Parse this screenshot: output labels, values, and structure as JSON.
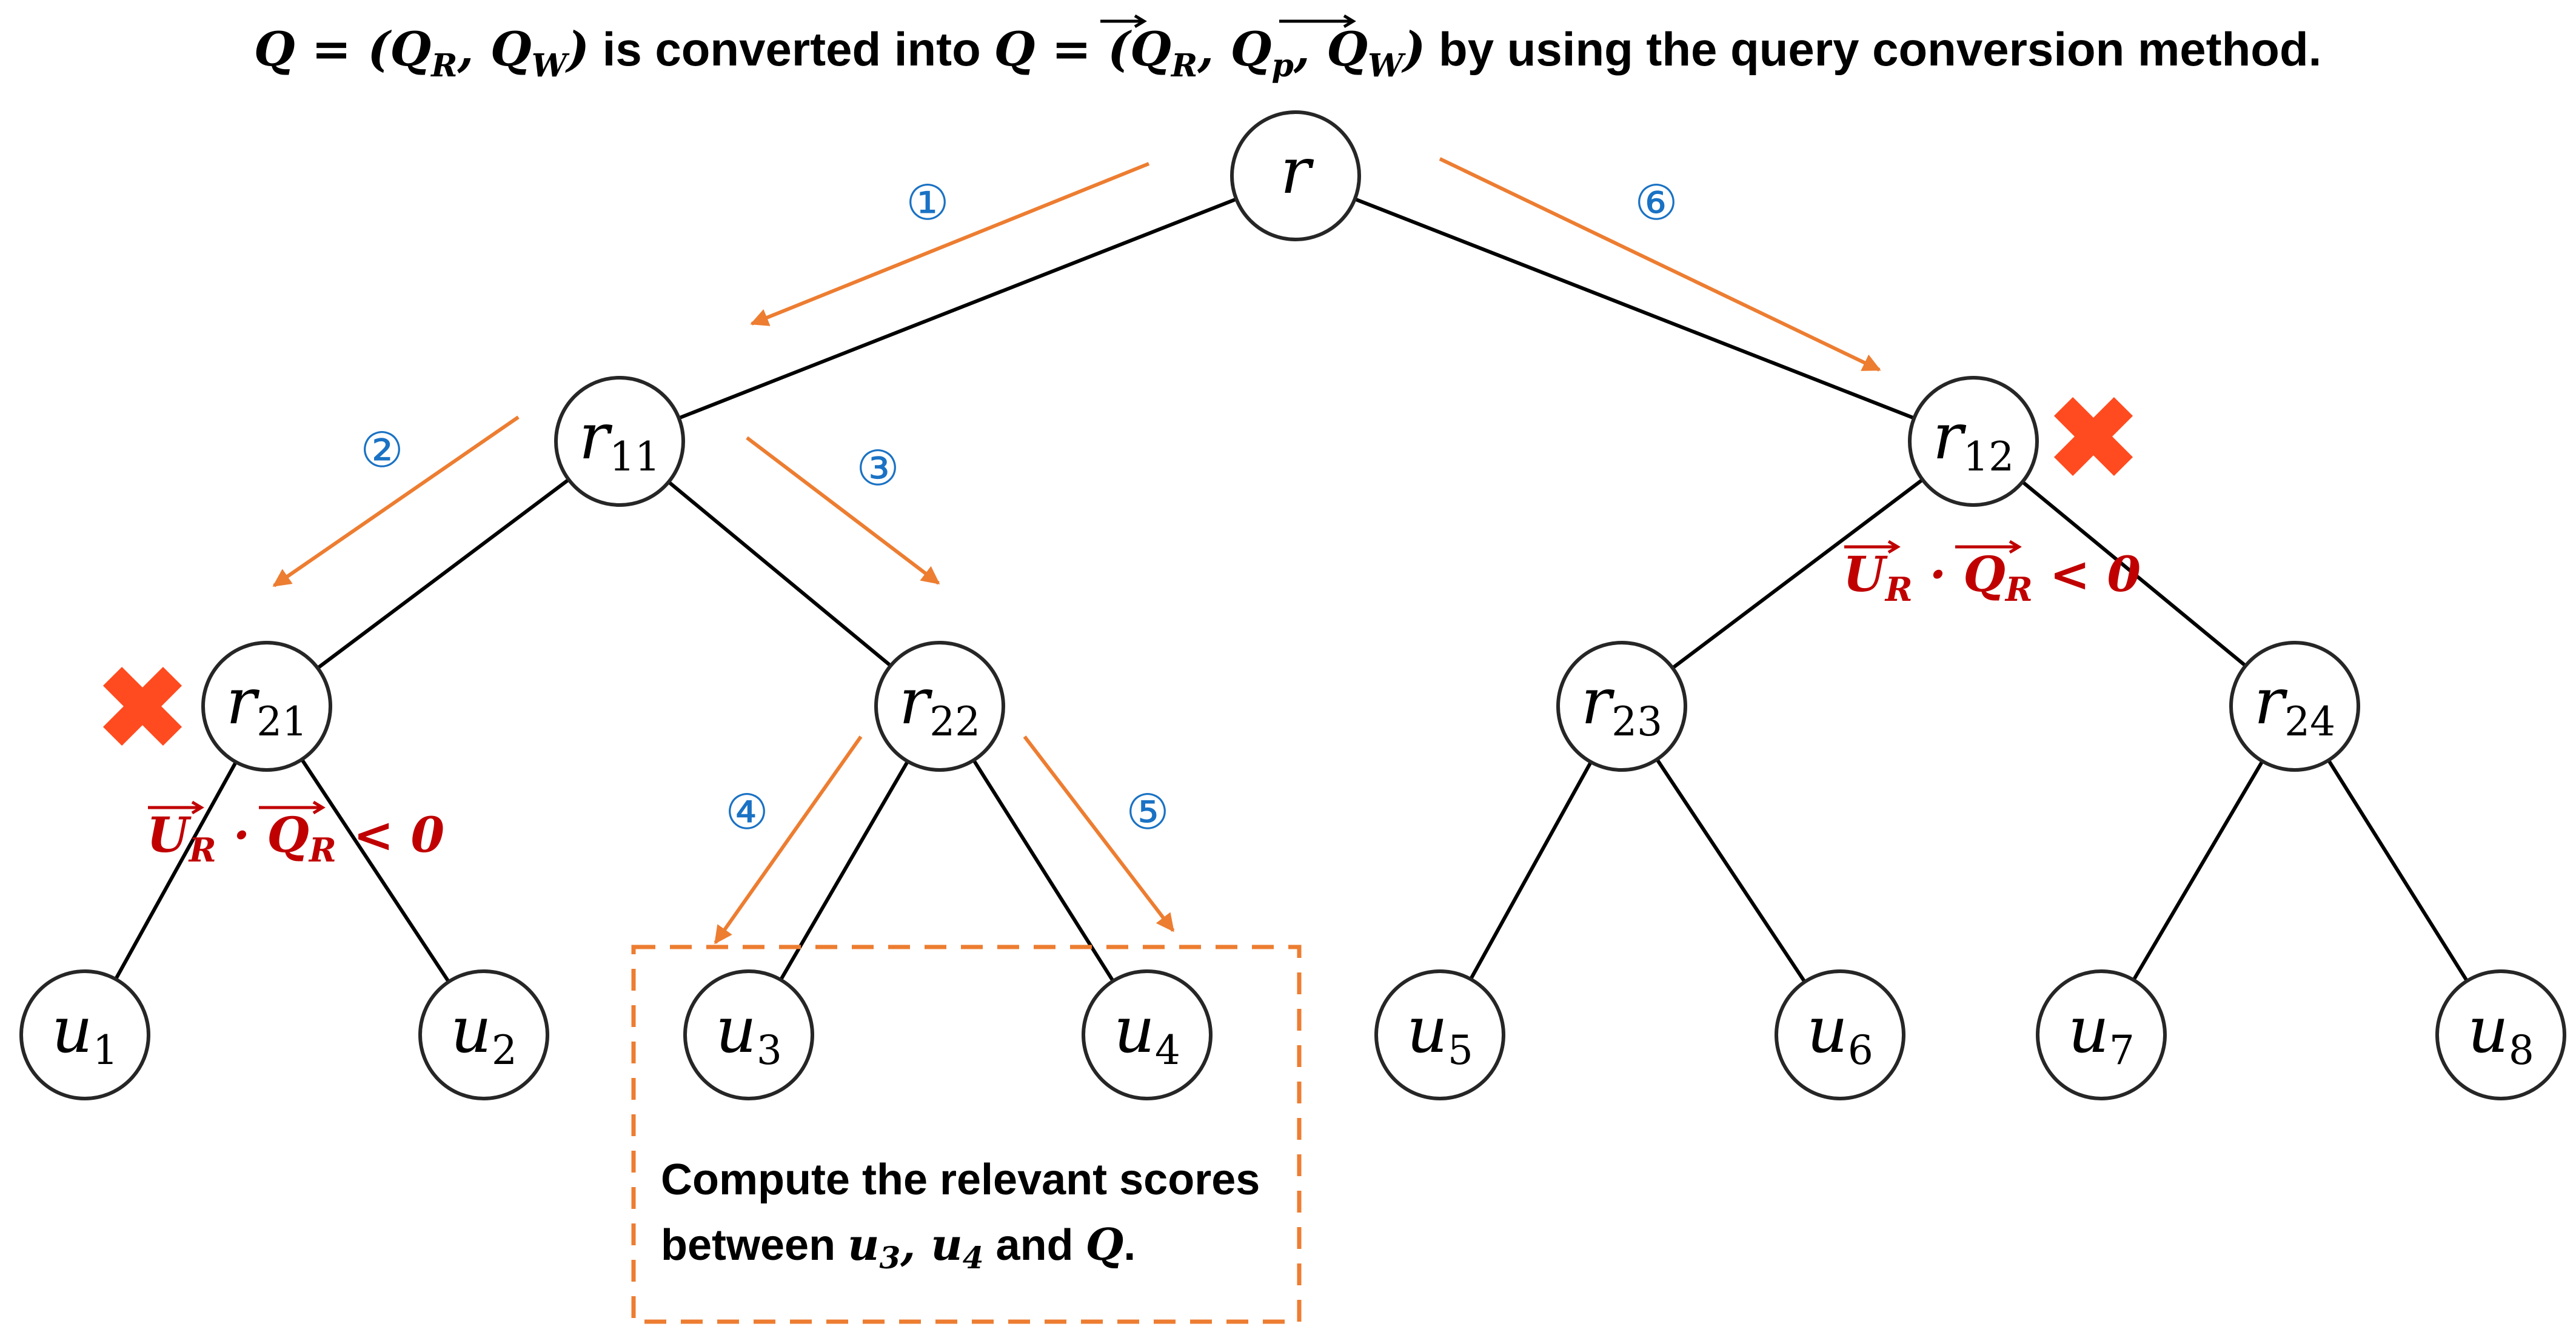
{
  "title": {
    "prefix": "Q = (Q",
    "sub1": "R",
    "sep1": ", Q",
    "sub2": "W",
    "close1": ")",
    "middle": " is converted into ",
    "q2": "Q = (",
    "qr_vec": "Q",
    "qr_sub": "R",
    "comma2": ", Q",
    "qp_sub": "p",
    "comma3": ", ",
    "qw_vec": "Q",
    "qw_sub": "W",
    "close2": ")",
    "suffix": " by using the query conversion method."
  },
  "nodes": [
    {
      "id": "r",
      "label": "r",
      "sub": ""
    },
    {
      "id": "r11",
      "label": "r",
      "sub": "11"
    },
    {
      "id": "r12",
      "label": "r",
      "sub": "12"
    },
    {
      "id": "r21",
      "label": "r",
      "sub": "21"
    },
    {
      "id": "r22",
      "label": "r",
      "sub": "22"
    },
    {
      "id": "r23",
      "label": "r",
      "sub": "23"
    },
    {
      "id": "r24",
      "label": "r",
      "sub": "24"
    },
    {
      "id": "u1",
      "label": "u",
      "sub": "1"
    },
    {
      "id": "u2",
      "label": "u",
      "sub": "2"
    },
    {
      "id": "u3",
      "label": "u",
      "sub": "3"
    },
    {
      "id": "u4",
      "label": "u",
      "sub": "4"
    },
    {
      "id": "u5",
      "label": "u",
      "sub": "5"
    },
    {
      "id": "u6",
      "label": "u",
      "sub": "6"
    },
    {
      "id": "u7",
      "label": "u",
      "sub": "7"
    },
    {
      "id": "u8",
      "label": "u",
      "sub": "8"
    }
  ],
  "edges": [
    [
      "r",
      "r11"
    ],
    [
      "r",
      "r12"
    ],
    [
      "r11",
      "r21"
    ],
    [
      "r11",
      "r22"
    ],
    [
      "r12",
      "r23"
    ],
    [
      "r12",
      "r24"
    ],
    [
      "r21",
      "u1"
    ],
    [
      "r21",
      "u2"
    ],
    [
      "r22",
      "u3"
    ],
    [
      "r22",
      "u4"
    ],
    [
      "r23",
      "u5"
    ],
    [
      "r23",
      "u6"
    ],
    [
      "r24",
      "u7"
    ],
    [
      "r24",
      "u8"
    ]
  ],
  "steps": [
    "①",
    "②",
    "③",
    "④",
    "⑤",
    "⑥"
  ],
  "pruned_nodes": [
    "r21",
    "r12"
  ],
  "condition": {
    "u_vec": "U",
    "u_sub": "R",
    "dot": " · ",
    "q_vec": "Q",
    "q_sub": "R",
    "rel": " < 0"
  },
  "compute_box": {
    "line1": "Compute the relevant scores",
    "line2_a": "between ",
    "u3": "u",
    "u3_sub": "3",
    "comma": ", ",
    "u4": "u",
    "u4_sub": "4",
    "and": " and ",
    "q": "Q",
    "period": "."
  },
  "colors": {
    "arrow": "#ED7D31",
    "step_label": "#1A72C4",
    "condition_text": "#C00000",
    "cross": "#FF4B1F",
    "box_border": "#ED7D31",
    "edge": "#000000",
    "node_stroke": "#262626"
  }
}
